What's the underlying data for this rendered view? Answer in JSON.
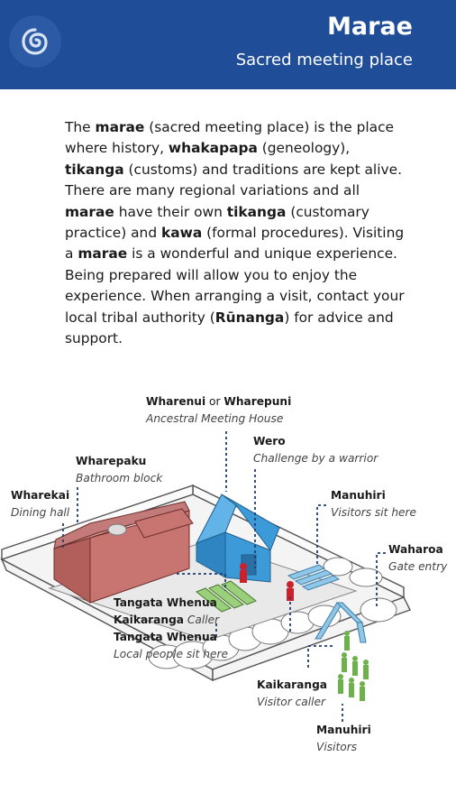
{
  "header": {
    "title": "Marae",
    "subtitle": "Sacred meeting place",
    "logo_icon": "koru-spiral-icon",
    "bg_color": "#1f4d97"
  },
  "intro": {
    "p1": "The ",
    "w_marae": "marae",
    "p2": " (sacred meeting place) is the place where history, ",
    "w_whakapapa": "whakapapa",
    "p3": " (geneology), ",
    "w_tikanga": "tikanga",
    "p4": " (customs) and traditions are kept alive. There are many regional variations and all ",
    "w_marae2": "marae",
    "p5": " have their own ",
    "w_tikanga2": "tikanga",
    "p6": " (customary practice) and ",
    "w_kawa": "kawa",
    "p7": " (formal procedures). Visiting a ",
    "w_marae3": "marae",
    "p8": " is a wonderful and unique experience. Being prepared will allow you to enjoy the experience.  When arranging a visit, contact your local tribal authority (",
    "w_runanga": "Rūnanga",
    "p9": ") for advice and support."
  },
  "diagram": {
    "wharenui": {
      "name": "Wharenui",
      "or": " or ",
      "alt": "Wharepuni",
      "desc": "Ancestral Meeting House"
    },
    "wharepaku": {
      "name": "Wharepaku",
      "desc": "Bathroom block"
    },
    "wero": {
      "name": "Wero",
      "desc": "Challenge by a warrior"
    },
    "wharekai": {
      "name": "Wharekai",
      "desc": "Dining hall"
    },
    "manuhiri_seat": {
      "name": "Manuhiri",
      "desc": "Visitors sit here"
    },
    "waharoa": {
      "name": "Waharoa",
      "desc": "Gate entry"
    },
    "host": {
      "line1": "Tangata Whenua",
      "line2_b": "Kaikaranga",
      "line2_i": " Caller",
      "line3": "Tangata Whenua",
      "line4": "Local people sit here"
    },
    "kaikaranga": {
      "name": "Kaikaranga",
      "desc": "Visitor caller"
    },
    "manuhiri_vis": {
      "name": "Manuhiri",
      "desc": "Visitors"
    },
    "colors": {
      "wharekai": "#c87572",
      "wharenui": "#3d9ad9",
      "seats_host": "#9bd07a",
      "seats_visitor": "#8fc7e8",
      "people_host": "#c8232c",
      "people_visitor": "#6cb24a",
      "gate": "#8fc7e8"
    }
  }
}
